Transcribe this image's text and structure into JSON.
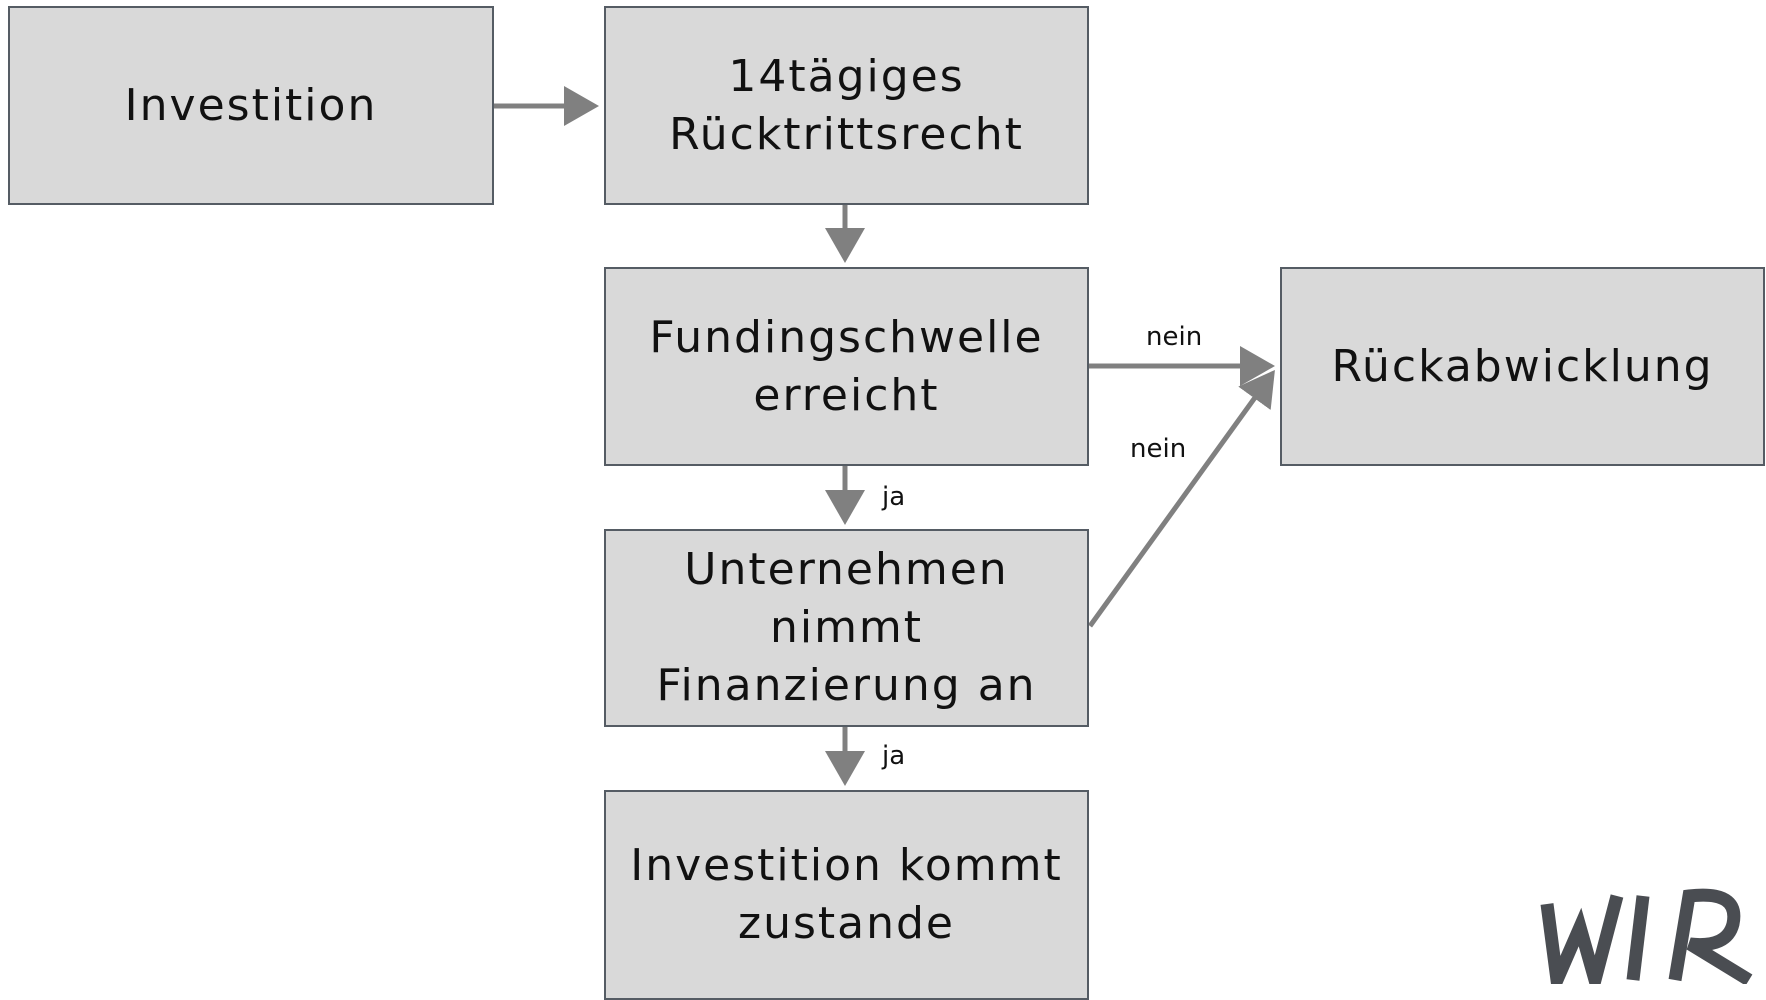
{
  "colors": {
    "box_fill": "#d9d9d9",
    "box_border": "#555c64",
    "arrow": "#808080",
    "logo": "#4a4d52"
  },
  "nodes": {
    "investition": {
      "lines": [
        "Investition"
      ]
    },
    "ruecktritt": {
      "lines": [
        "14tägiges",
        "Rücktrittsrecht"
      ]
    },
    "fundingschwelle": {
      "lines": [
        "Fundingschwelle",
        "erreicht"
      ]
    },
    "rueckabwicklung": {
      "lines": [
        "Rückabwicklung"
      ]
    },
    "unternehmen": {
      "lines": [
        "Unternehmen",
        "nimmt",
        "Finanzierung an"
      ]
    },
    "zustande": {
      "lines": [
        "Investition kommt",
        "zustande"
      ]
    }
  },
  "edge_labels": {
    "nein_top": "nein",
    "nein_diag": "nein",
    "ja_1": "ja",
    "ja_2": "ja"
  },
  "logo_text": "WIR",
  "logo_icon": "wir-logo"
}
